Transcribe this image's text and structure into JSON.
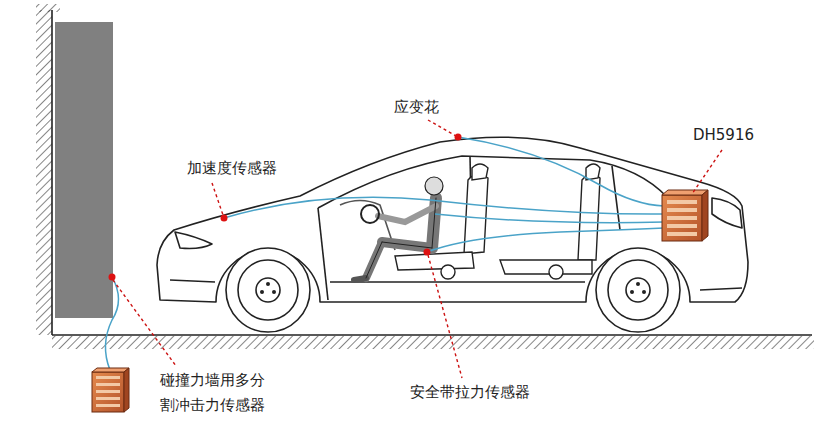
{
  "diagram": {
    "labels": [
      "应变花",
      "加速度传感器",
      "DH5916",
      "碰撞力墙用多分割冲击力传感器",
      "安全带拉力传感器"
    ]
  }
}
